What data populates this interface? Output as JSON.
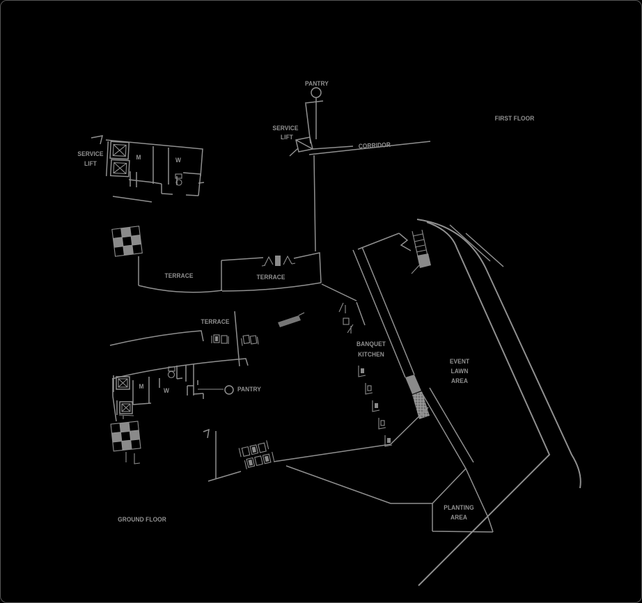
{
  "meta": {
    "background_color": "#000000",
    "line_color": "#909090",
    "text_color": "#919191",
    "solid_fill_color": "#8a8a8a",
    "ramp_fill_color": "#767676",
    "frame_border_color": "#585858"
  },
  "floors": {
    "first": {
      "title": "FIRST FLOOR"
    },
    "ground": {
      "title": "GROUND FLOOR"
    }
  },
  "labels": {
    "pantry_ff": "PANTRY",
    "service_ff_l1": "SERVICE",
    "service_ff_l2": "LIFT",
    "corridor": "CORRIDOR",
    "service_left_l1": "SERVICE",
    "service_left_l2": "LIFT",
    "m_ff": "M",
    "w_ff": "W",
    "terrace_1": "TERRACE",
    "terrace_2": "TERRACE",
    "terrace_3": "TERRACE",
    "banquet_l1": "BANQUET",
    "banquet_l2": "KITCHEN",
    "lawn_l1": "EVENT",
    "lawn_l2": "LAWN",
    "lawn_l3": "AREA",
    "m_gf": "M",
    "w_gf": "W",
    "pantry_gf": "PANTRY",
    "planting_l1": "PLANTING",
    "planting_l2": "AREA"
  }
}
